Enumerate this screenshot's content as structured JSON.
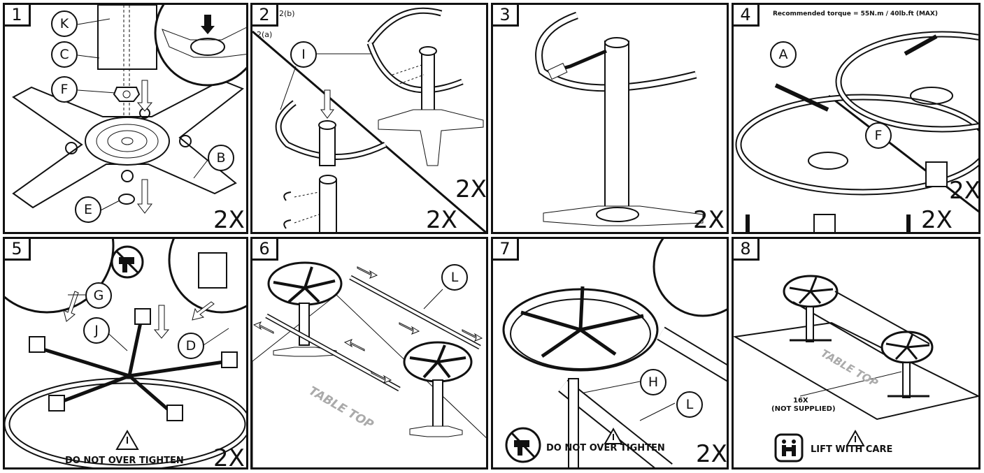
{
  "steps": [
    {
      "number": "1",
      "multiplier": "2X",
      "callouts": [
        "K",
        "C",
        "F",
        "B",
        "E"
      ]
    },
    {
      "number": "2",
      "multiplier_a": "2X",
      "multiplier_b": "2X",
      "sub_a": "2(a)",
      "sub_b": "2(b)",
      "callouts": [
        "I"
      ]
    },
    {
      "number": "3",
      "multiplier": "2X"
    },
    {
      "number": "4",
      "multiplier_a": "2X",
      "multiplier_b": "2X",
      "torque": "Recommended torque = 55N.m / 40lb.ft (MAX)",
      "callouts": [
        "A",
        "F"
      ]
    },
    {
      "number": "5",
      "multiplier": "2X",
      "warning": "DO NOT OVER TIGHTEN",
      "callouts": [
        "G",
        "J",
        "D"
      ]
    },
    {
      "number": "6",
      "table_top": "TABLE TOP",
      "callouts": [
        "L"
      ]
    },
    {
      "number": "7",
      "multiplier": "2X",
      "warning": "DO NOT OVER TIGHTEN",
      "callouts": [
        "H",
        "L"
      ]
    },
    {
      "number": "8",
      "table_top": "TABLE TOP",
      "note_count": "16X",
      "note_text": "(NOT SUPPLIED)",
      "warning": "LIFT WITH CARE"
    }
  ],
  "icons": {
    "drill": "no-power-drill-icon",
    "lift": "two-person-lift-icon",
    "caution": "caution-triangle-icon"
  }
}
